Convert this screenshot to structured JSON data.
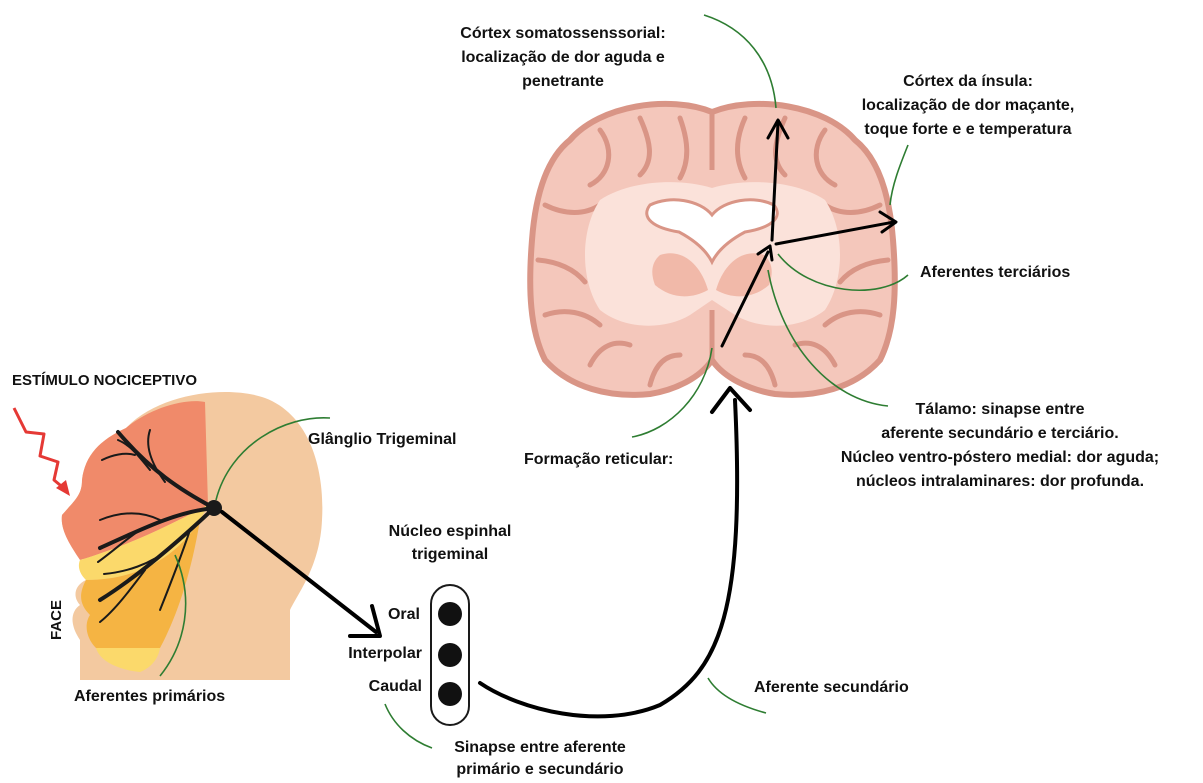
{
  "labels": {
    "stimulus": "ESTÍMULO NOCICEPTIVO",
    "face": "FACE",
    "ganglion": "Glânglio Trigeminal",
    "primary_afferents": "Aferentes primários",
    "spinal_nucleus": [
      "Núcleo espinhal",
      "trigeminal"
    ],
    "oral": "Oral",
    "interpolar": "Interpolar",
    "caudal": "Caudal",
    "synapse_primary_secondary": [
      "Sinapse entre aferente",
      "primário e secundário"
    ],
    "secondary_afferent": "Aferente secundário",
    "reticular_formation": "Formação reticular:",
    "thalamus": [
      "Tálamo: sinapse entre",
      "aferente secundário e terciário.",
      "Núcleo ventro-póstero medial: dor aguda;",
      "núcleos intralaminares: dor profunda."
    ],
    "tertiary_afferents": "Aferentes terciários",
    "insula": [
      "Córtex da ínsula:",
      "localização de dor maçante,",
      "toque forte e e temperatura"
    ],
    "somatosensory": [
      "Córtex somatossenssorial:",
      "localização de dor aguda e",
      "penetrante"
    ]
  },
  "colors": {
    "callout_line": "#2e7d32",
    "arrow": "#000000",
    "stimulus_bolt": "#e53935",
    "face_skin": "#f3c9a0",
    "face_forehead": "#f08a6a",
    "face_mid": "#fbd96b",
    "face_lower": "#f5b443",
    "brain_fill": "#f4c7bb",
    "brain_outline": "#d99586",
    "brain_inner": "#fbe2da",
    "nerve": "#1a1a1a"
  }
}
